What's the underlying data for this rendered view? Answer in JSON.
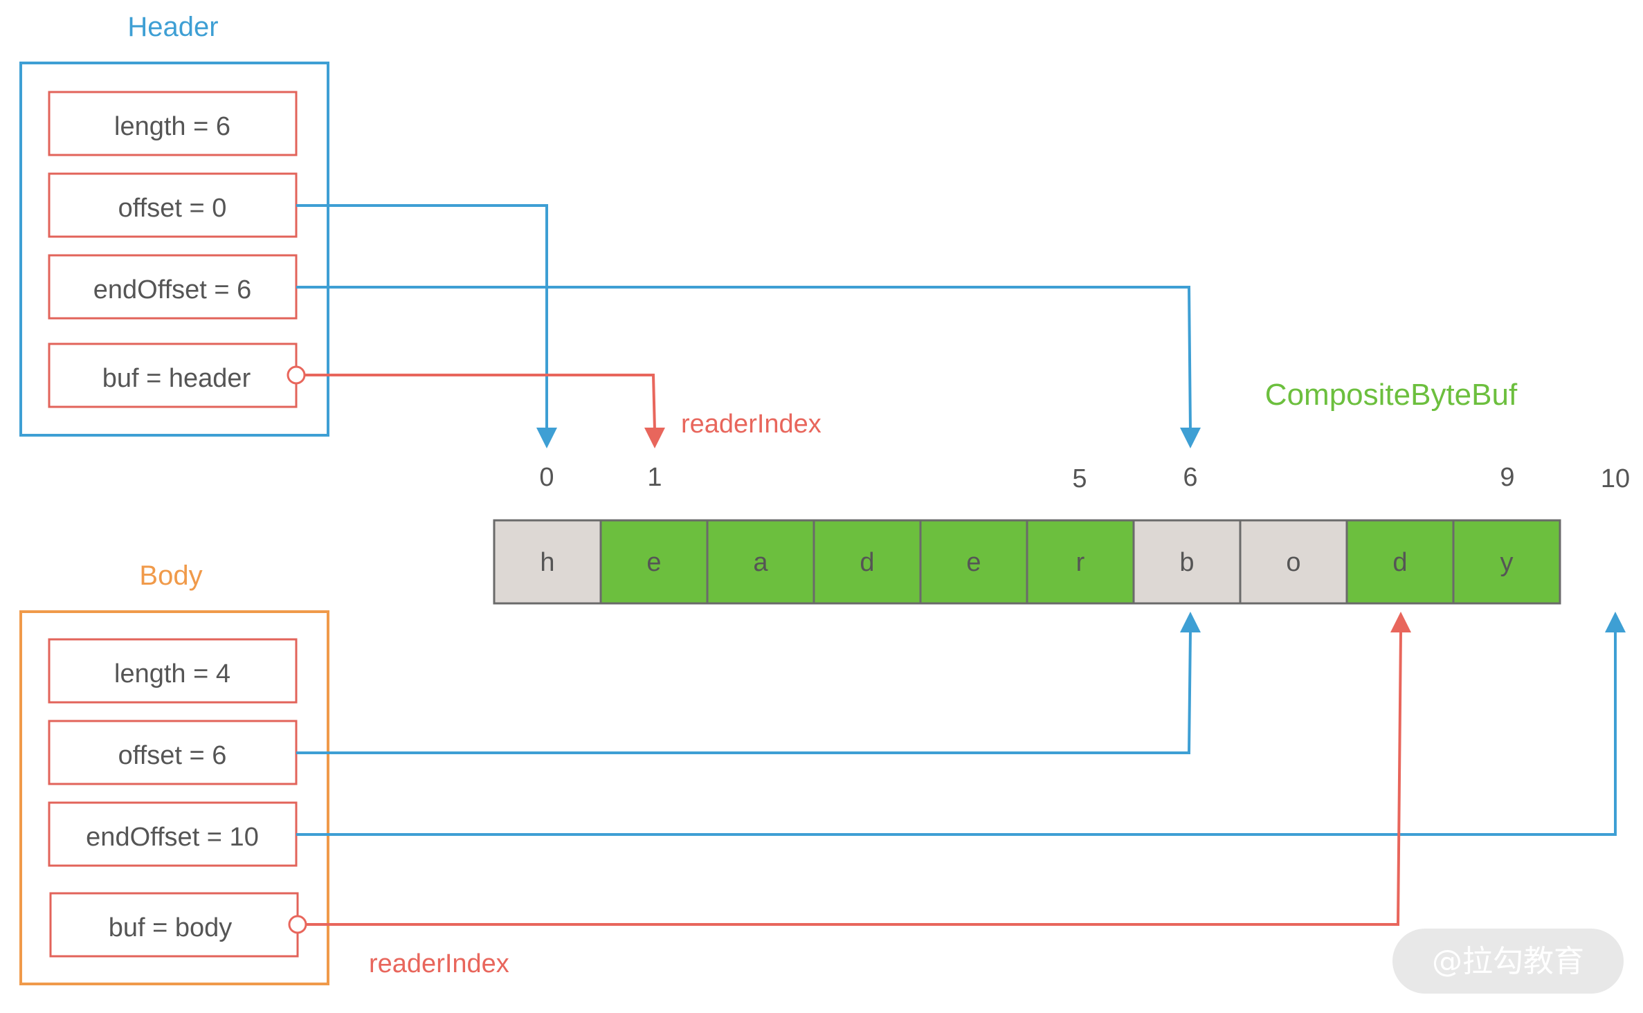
{
  "colors": {
    "header_blue": "#3e9fd4",
    "body_orange": "#f09a4a",
    "field_red": "#e2635a",
    "reader_red": "#e8665c",
    "composite_green": "#6cbf3e",
    "cell_gray": "#ddd8d4",
    "cell_green": "#6cbf3e",
    "cell_border": "#6a6a6a",
    "text_gray": "#555555",
    "watermark_bg": "#e8e8e8",
    "watermark_text": "#ffffff"
  },
  "header_title": "Header",
  "body_title": "Body",
  "composite_title": "CompositeByteBuf",
  "header_fields": [
    "length = 6",
    "offset = 0",
    "endOffset = 6",
    "buf = header"
  ],
  "body_fields": [
    "length = 4",
    "offset = 6",
    "endOffset = 10",
    "buf = body"
  ],
  "reader_label_top": "readerIndex",
  "reader_label_bottom": "readerIndex",
  "index_labels": [
    "0",
    "1",
    "5",
    "6",
    "9",
    "10"
  ],
  "cells": [
    {
      "char": "h",
      "fill": "gray"
    },
    {
      "char": "e",
      "fill": "green"
    },
    {
      "char": "a",
      "fill": "green"
    },
    {
      "char": "d",
      "fill": "green"
    },
    {
      "char": "e",
      "fill": "green"
    },
    {
      "char": "r",
      "fill": "green"
    },
    {
      "char": "b",
      "fill": "gray"
    },
    {
      "char": "o",
      "fill": "gray"
    },
    {
      "char": "d",
      "fill": "green"
    },
    {
      "char": "y",
      "fill": "green"
    }
  ],
  "watermark": "@拉勾教育"
}
